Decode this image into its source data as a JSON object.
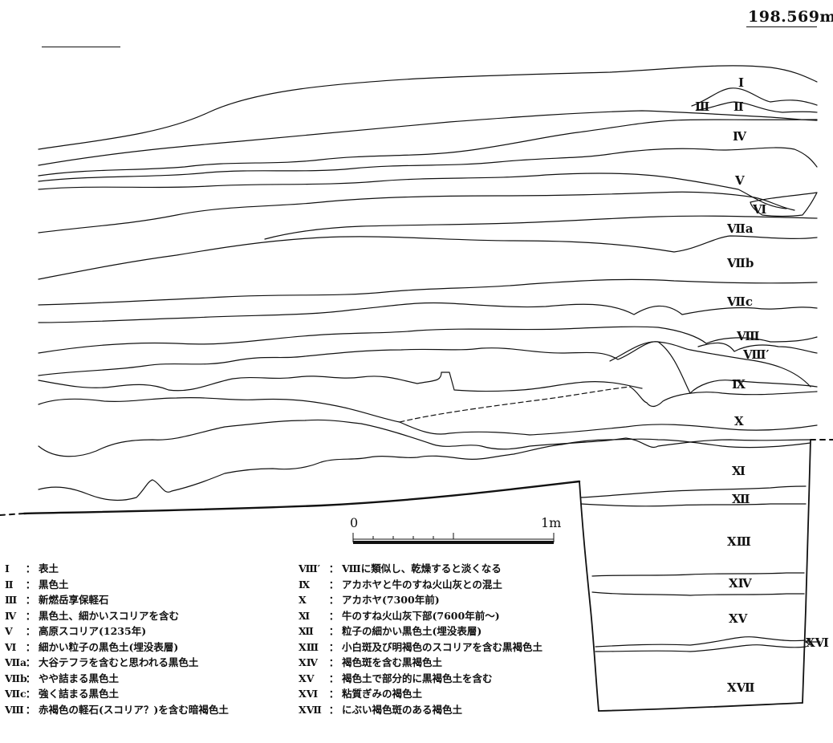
{
  "elevation": "198.569m",
  "layers": [
    {
      "code": "Ⅰ",
      "label": "Ⅰ"
    },
    {
      "code": "Ⅱ",
      "label": "Ⅱ"
    },
    {
      "code": "Ⅲ",
      "label": "Ⅲ"
    },
    {
      "code": "Ⅳ",
      "label": "Ⅳ"
    },
    {
      "code": "Ⅴ",
      "label": "Ⅴ"
    },
    {
      "code": "Ⅵ",
      "label": "Ⅵ"
    },
    {
      "code": "Ⅶa",
      "label": "Ⅶa"
    },
    {
      "code": "Ⅶb",
      "label": "Ⅶb"
    },
    {
      "code": "Ⅶc",
      "label": "Ⅶc"
    },
    {
      "code": "Ⅷ",
      "label": "Ⅷ"
    },
    {
      "code": "Ⅷ′",
      "label": "Ⅷ′"
    },
    {
      "code": "Ⅸ",
      "label": "Ⅸ"
    },
    {
      "code": "Ⅹ",
      "label": "Ⅹ"
    },
    {
      "code": "Ⅺ",
      "label": "Ⅺ"
    },
    {
      "code": "Ⅻ",
      "label": "Ⅻ"
    },
    {
      "code": "XⅢ",
      "label": "XⅢ"
    },
    {
      "code": "XⅣ",
      "label": "XⅣ"
    },
    {
      "code": "XⅤ",
      "label": "XⅤ"
    },
    {
      "code": "XⅥ",
      "label": "XⅥ"
    },
    {
      "code": "XⅦ",
      "label": "XⅦ"
    }
  ],
  "scale": {
    "start": "0",
    "end": "1m"
  },
  "legend": {
    "separator": "：",
    "left": [
      {
        "code": "Ⅰ",
        "desc": "表土"
      },
      {
        "code": "Ⅱ",
        "desc": "黒色土"
      },
      {
        "code": "Ⅲ",
        "desc": "新燃岳享保軽石"
      },
      {
        "code": "Ⅳ",
        "desc": "黒色土、細かいスコリアを含む"
      },
      {
        "code": "Ⅴ",
        "desc": "高原スコリア(1235年)"
      },
      {
        "code": "Ⅵ",
        "desc": "細かい粒子の黒色土(埋没表層)"
      },
      {
        "code": "Ⅶa",
        "desc": "大谷テフラを含むと思われる黒色土"
      },
      {
        "code": "Ⅶb",
        "desc": "やや詰まる黒色土"
      },
      {
        "code": "Ⅶc",
        "desc": "強く詰まる黒色土"
      },
      {
        "code": "Ⅷ",
        "desc": "赤褐色の軽石(スコリア？)を含む暗褐色土"
      }
    ],
    "right": [
      {
        "code": "Ⅷ′",
        "desc": "Ⅷに類似し、乾燥すると淡くなる"
      },
      {
        "code": "Ⅸ",
        "desc": "アカホヤと牛のすね火山灰との混土"
      },
      {
        "code": "Ⅹ",
        "desc": "アカホヤ(7300年前)"
      },
      {
        "code": "Ⅺ",
        "desc": "牛のすね火山灰下部(7600年前～)"
      },
      {
        "code": "Ⅻ",
        "desc": "粒子の細かい黒色土(埋没表層)"
      },
      {
        "code": "XⅢ",
        "desc": "小白斑及び明褐色のスコリアを含む黒褐色土"
      },
      {
        "code": "XⅣ",
        "desc": "褐色斑を含む黒褐色土"
      },
      {
        "code": "XⅤ",
        "desc": "褐色土で部分的に黒褐色土を含む"
      },
      {
        "code": "XⅥ",
        "desc": "粘質ぎみの褐色土"
      },
      {
        "code": "XⅦ",
        "desc": "にぶい褐色斑のある褐色土"
      }
    ]
  }
}
